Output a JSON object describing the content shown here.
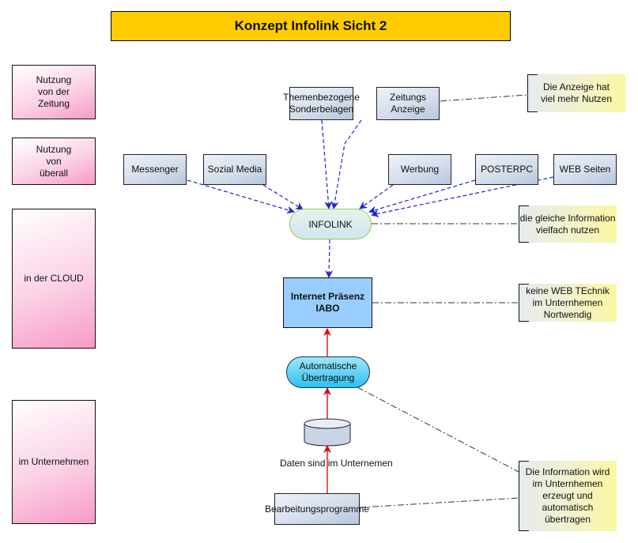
{
  "title": "Konzept Infolink Sicht 2",
  "lanes": [
    {
      "id": "zeitung",
      "label": "Nutzung\nvon der\nZeitung"
    },
    {
      "id": "ueberall",
      "label": "Nutzung\nvon\nüberall"
    },
    {
      "id": "cloud",
      "label": "in der CLOUD"
    },
    {
      "id": "unternehmen",
      "label": "im Unternehmen"
    }
  ],
  "sources_top": [
    {
      "id": "themen",
      "label": "Themenbezogene\nSonderbelagen"
    },
    {
      "id": "zeitungsanzeige",
      "label": "Zeitungs\nAnzeige"
    }
  ],
  "sources_mid": [
    {
      "id": "messenger",
      "label": "Messenger"
    },
    {
      "id": "sozial",
      "label": "Sozial Media"
    },
    {
      "id": "werbung",
      "label": "Werbung"
    },
    {
      "id": "posterpc",
      "label": "POSTERPC"
    },
    {
      "id": "webseiten",
      "label": "WEB Seiten"
    }
  ],
  "hub": {
    "label": "INFOLINK"
  },
  "presence": {
    "label": "Internet Präsenz\nIABO"
  },
  "transfer": {
    "label": "Automatische\nÜbertragung"
  },
  "database": {
    "label": "Daten sind im Unternemen"
  },
  "editor": {
    "label": "Bearbeitungsprogramme"
  },
  "notes": [
    {
      "id": "anzeige",
      "text": "Die Anzeige hat\nviel mehr Nutzen"
    },
    {
      "id": "gleiche",
      "text": "die gleiche Information\nvielfach nutzen"
    },
    {
      "id": "keineweb",
      "text": "keine WEB TEchnik\nim Unternhemen\nNortwendig"
    },
    {
      "id": "erzeugt",
      "text": "Die Information wird\nim Unternhemen\nerzeugt und\nautomatisch\nübertragen"
    }
  ],
  "colors": {
    "title_bg": "#ffcc00",
    "flow_blue": "#2424d4",
    "flow_red": "#e00000",
    "presence_bg": "#99ccff",
    "hub_border": "#8fcf4f"
  }
}
